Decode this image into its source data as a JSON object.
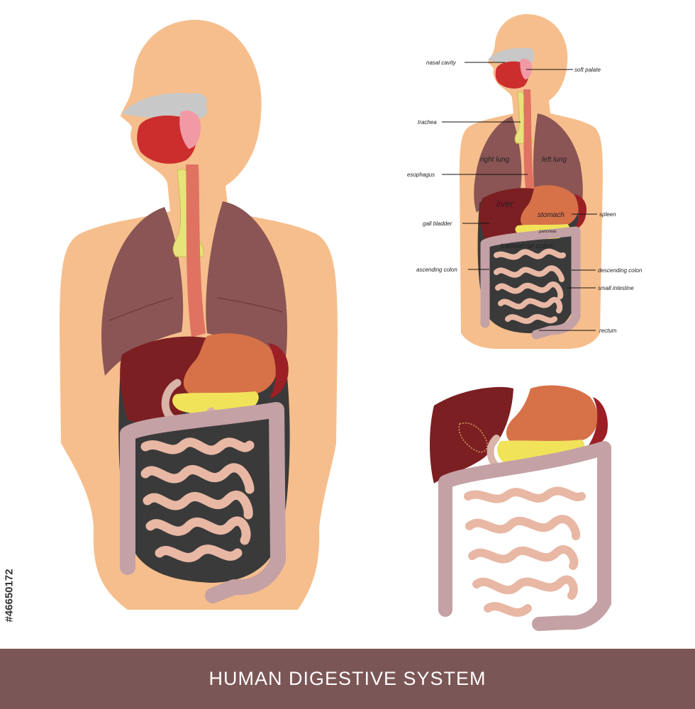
{
  "title": "HUMAN DIGESTIVE SYSTEM",
  "stock_id": "#46650172",
  "labels": {
    "nasal_cavity": "nasal cavity",
    "soft_palate": "soft palate",
    "trachea": "trachea",
    "esophagus": "esophagus",
    "gall_bladder": "gall bladder",
    "ascending_colon": "ascending colon",
    "spleen": "spleen",
    "descending_colon": "descending colon",
    "small_intestine": "small intestine",
    "rectum": "rectum"
  },
  "organ_text": {
    "right_lung": "right lung",
    "left_lung": "left lung",
    "liver": "liver",
    "stomach": "stomach",
    "pancreas": "pancreas",
    "transverse_colon": "transverse colon"
  },
  "colors": {
    "skin": "#f6be8c",
    "lung": "#8a5554",
    "liver": "#7c1f22",
    "stomach": "#d77148",
    "spleen": "#9b1f25",
    "pancreas": "#f0e35a",
    "colon": "#c4a1a5",
    "small_intestine": "#e8b8a5",
    "cavity": "#3a3a3a",
    "trachea": "#e8e27a",
    "esophagus": "#e07262",
    "nasal": "#c8c8c8",
    "mouth": "#cc2d2d",
    "footer": "#7b5656"
  }
}
